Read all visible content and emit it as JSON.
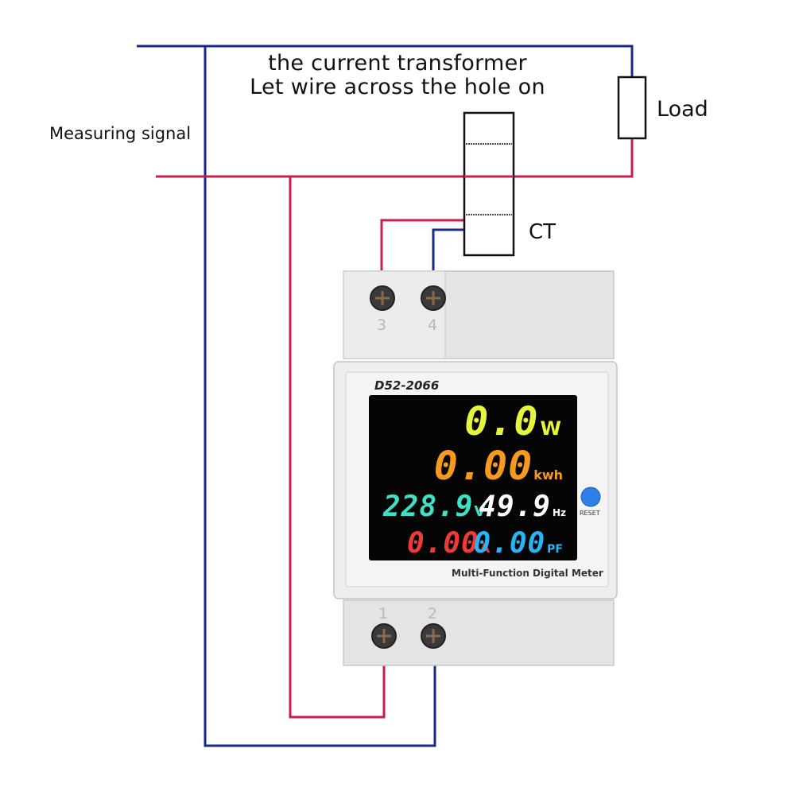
{
  "diagram": {
    "labels": {
      "hint_line_1": "the current transformer",
      "hint_line_2": "Let wire across the hole on",
      "measuring_signal": "Measuring signal",
      "load": "Load",
      "ct": "CT"
    },
    "meter": {
      "model": "D52-2066",
      "caption": "Multi-Function Digital Meter",
      "reset_label": "RESET",
      "terminals_top": [
        "3",
        "4"
      ],
      "terminals_bottom": [
        "1",
        "2"
      ],
      "readings": {
        "power": {
          "value": "0.0",
          "unit": "W"
        },
        "energy": {
          "value": "0.00",
          "unit": "kwh"
        },
        "voltage": {
          "value": "228.9",
          "unit": "V"
        },
        "frequency": {
          "value": "49.9",
          "unit": "Hz"
        },
        "current": {
          "value": "0.00",
          "unit": "A"
        },
        "power_factor": {
          "value": "0.00",
          "unit": "PF"
        }
      }
    },
    "colors": {
      "live_wire": "#c8204a",
      "neutral_wire": "#1a2a8c",
      "power": "#e6f53a",
      "energy": "#f59a1e",
      "voltage": "#3ee0c8",
      "frequency": "#ffffff",
      "current": "#f03a3a",
      "power_factor": "#2ab4f5",
      "reset_button": "#2f7fe8"
    }
  }
}
